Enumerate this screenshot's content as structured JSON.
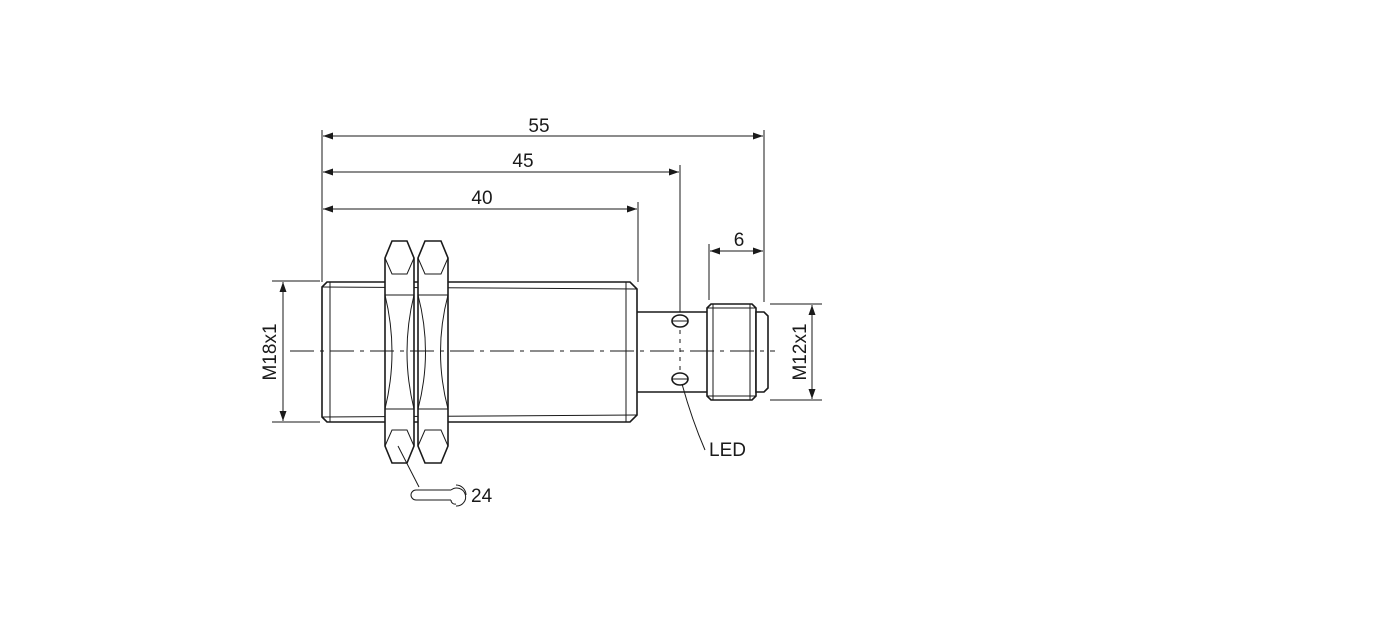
{
  "dimensions": {
    "overall_length": "55",
    "length_to_led": "45",
    "thread_length": "40",
    "connector_length": "6"
  },
  "thread_labels": {
    "housing_thread": "M18x1",
    "connector_thread": "M12x1"
  },
  "callouts": {
    "led": "LED",
    "wrench_size": "24"
  },
  "icons": {
    "wrench": "wrench-icon"
  },
  "colors": {
    "line": "#1a1a1a",
    "background": "#ffffff"
  }
}
